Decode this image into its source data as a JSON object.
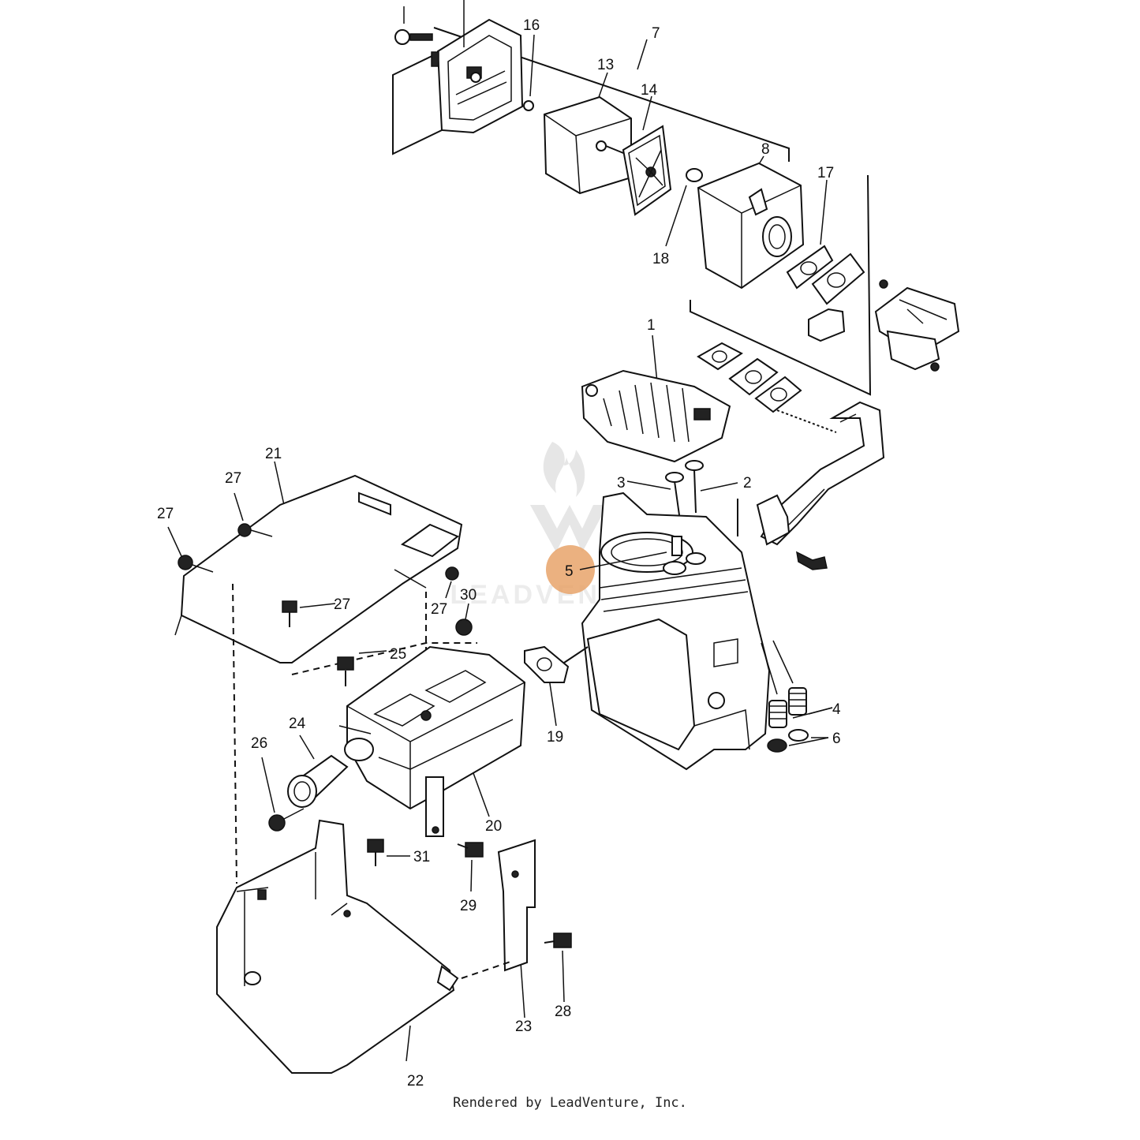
{
  "highlight": {
    "part": "5",
    "color": "#e8a36a"
  },
  "labels": {
    "p1": "1",
    "p2": "2",
    "p3": "3",
    "p4": "4",
    "p5": "5",
    "p6": "6",
    "p7": "7",
    "p8": "8",
    "p13": "13",
    "p14": "14",
    "p16": "16",
    "p17": "17",
    "p18": "18",
    "p19": "19",
    "p20": "20",
    "p21": "21",
    "p22": "22",
    "p23": "23",
    "p24": "24",
    "p25": "25",
    "p26": "26",
    "p27a": "27",
    "p27b": "27",
    "p27c": "27",
    "p27d": "27",
    "p28": "28",
    "p29": "29",
    "p30": "30",
    "p31": "31"
  },
  "watermark": {
    "text": "LEADVENTURE"
  },
  "footer": {
    "text": "Rendered by LeadVenture, Inc."
  }
}
